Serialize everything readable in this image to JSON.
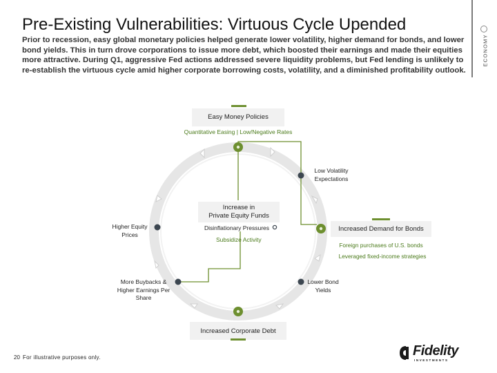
{
  "slide": {
    "title": "Pre-Existing Vulnerabilities: Virtuous Cycle Upended",
    "intro": "Prior to recession, easy global monetary policies helped generate lower volatility, higher demand for bonds, and lower bond yields. This in turn drove corporations to issue more debt, which boosted their earnings and made their equities more attractive. During Q1, aggressive Fed actions addressed severe liquidity problems, but Fed lending is unlikely to re-establish the virtuous cycle amid higher corporate borrowing costs, volatility, and a diminished profitability outlook.",
    "side_label": "ECONOMY",
    "page_number": "20",
    "footnote": "For illustrative purposes only."
  },
  "diagram": {
    "easy_money": {
      "title": "Easy Money Policies",
      "subtitle": "Quantitative Easing | Low/Negative Rates"
    },
    "low_volatility": {
      "line1": "Low Volatility",
      "line2": "Expectations"
    },
    "private_equity": {
      "line1": "Increase in",
      "line2": "Private Equity Funds"
    },
    "disinflationary": "Disinflationary Pressures",
    "subsidize": "Subsidize Activity",
    "higher_equity": {
      "line1": "Higher Equity",
      "line2": "Prices"
    },
    "bond_demand": {
      "title": "Increased Demand for Bonds",
      "sub1": "Foreign purchases of U.S. bonds",
      "sub2": "Leveraged fixed-income strategies"
    },
    "buybacks": {
      "line1": "More Buybacks &",
      "line2": "Higher Earnings Per",
      "line3": "Share"
    },
    "lower_yields": {
      "line1": "Lower Bond",
      "line2": "Yields"
    },
    "corporate_debt": "Increased Corporate Debt"
  },
  "logo": {
    "word": "Fidelity",
    "sub": "INVESTMENTS"
  },
  "colors": {
    "accent": "#6d8f2f",
    "node": "#3c4650",
    "ring": "#e4e4e4"
  }
}
